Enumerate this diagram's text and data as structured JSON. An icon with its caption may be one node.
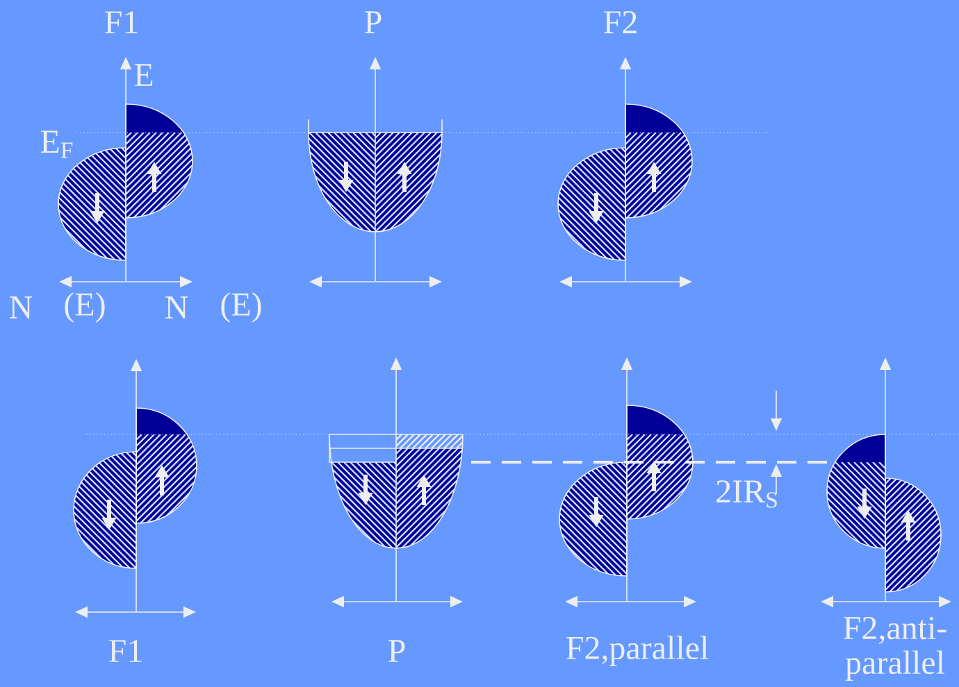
{
  "diagram": {
    "labels": [
      "F1",
      "P",
      "F2",
      "E",
      "E$_{F}$",
      "N",
      "(E)",
      "N",
      "(E)",
      "2IR$_{S}$",
      "F1",
      "P",
      "F2,parallel",
      "F2,anti-parallel"
    ]
  }
}
